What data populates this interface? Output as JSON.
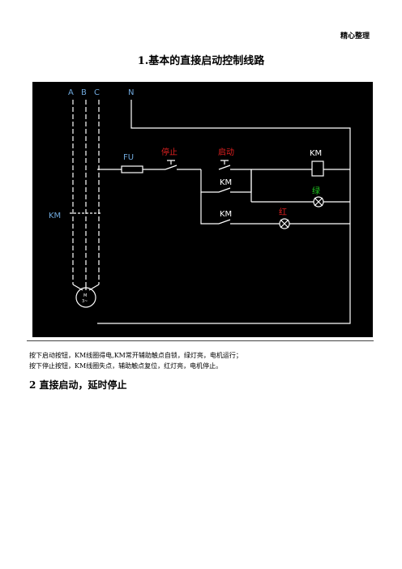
{
  "header": {
    "tag": "精心整理"
  },
  "section1": {
    "title": "1.基本的直接启动控制线路"
  },
  "diagram": {
    "phase_labels": [
      "A",
      "B",
      "C"
    ],
    "neutral_label": "N",
    "fuse_label": "FU",
    "stop_label": "停止",
    "start_label": "启动",
    "coil_label": "KM",
    "aux_contact_label_1": "KM",
    "aux_contact_label_2": "KM",
    "main_contact_label": "KM",
    "green_lamp_label": "绿",
    "red_lamp_label": "红",
    "motor_label_1": "M",
    "motor_label_2": "3~",
    "colors": {
      "stop": "#e02020",
      "start": "#e02020",
      "green": "#22cc22",
      "red": "#e02020",
      "phase": "#6fa8dc",
      "wire": "#ffffff"
    }
  },
  "description": {
    "line1": "按下启动按钮，KM线圈得电,KM常开辅助触点自锁，绿灯亮，电机运行；",
    "line2": "按下停止按钮，KM线圈失点，辅助触点复位，红灯亮，电机停止。"
  },
  "section2": {
    "title": "2 直接启动，延时停止"
  }
}
